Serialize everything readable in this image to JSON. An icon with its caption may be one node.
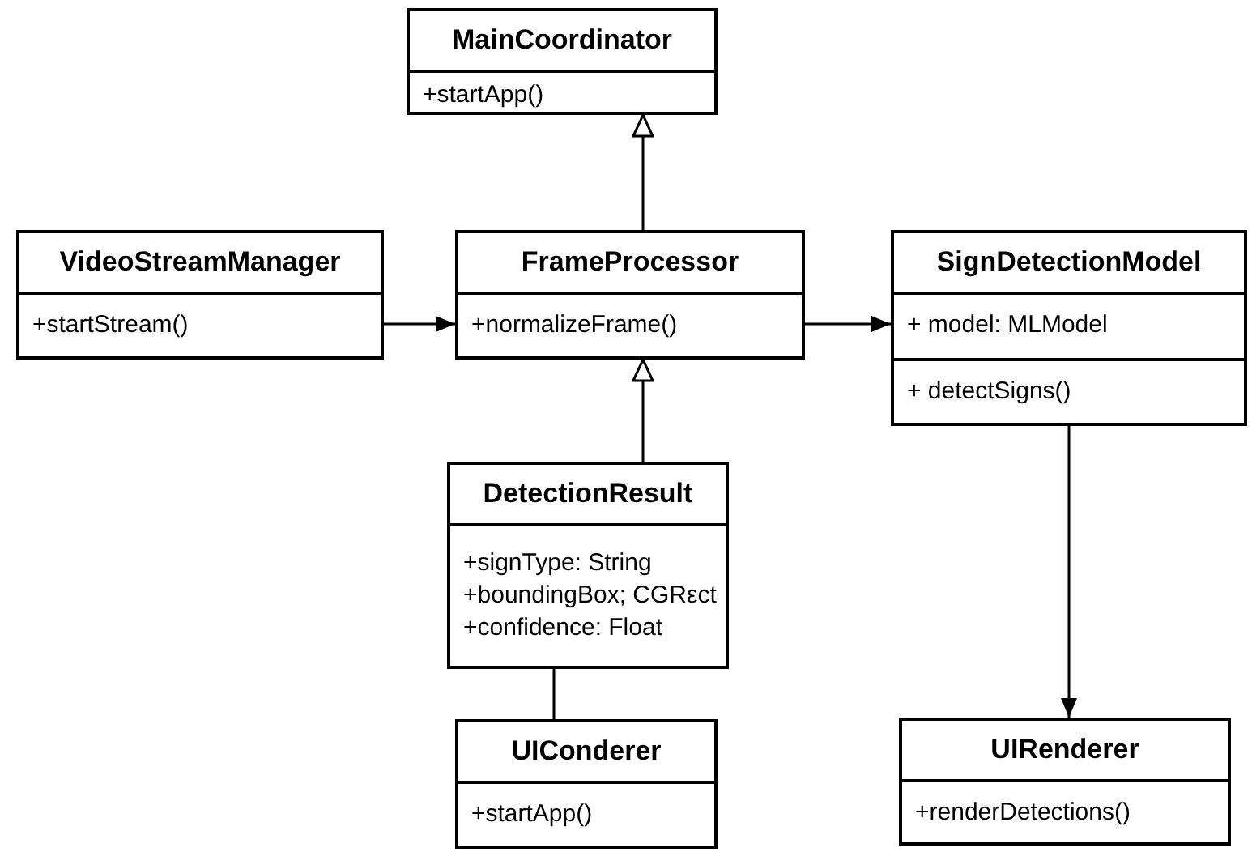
{
  "diagram": {
    "nodes": [
      {
        "text": [
          "MainCoordinator",
          "+startApp()"
        ]
      },
      {
        "text": [
          "VideoStreamManager",
          "+startStream()"
        ]
      },
      {
        "text": [
          "FrameProcessor",
          "+normalizeFrame()"
        ]
      },
      {
        "text": [
          "SignDetectionModel",
          "+ model: MLModel",
          "+ detectSigns()"
        ]
      },
      {
        "text": [
          "DetectionResult",
          "+signType: String",
          "+boundingBox; CGRεct",
          "+confidence: Float"
        ]
      },
      {
        "text": [
          "UIConderer",
          "+startApp()"
        ]
      },
      {
        "text": [
          "UIRenderer",
          "+renderDetections()"
        ]
      }
    ],
    "edges": [
      {
        "from": 2,
        "to": 0,
        "arrow": "to"
      },
      {
        "from": 1,
        "to": 2,
        "arrow": "to"
      },
      {
        "from": 2,
        "to": 3,
        "arrow": "to"
      },
      {
        "from": 4,
        "to": 2,
        "arrow": "to"
      },
      {
        "from": 3,
        "to": 6,
        "arrow": "to"
      },
      {
        "from": 4,
        "to": 5,
        "arrow": "none"
      }
    ]
  }
}
